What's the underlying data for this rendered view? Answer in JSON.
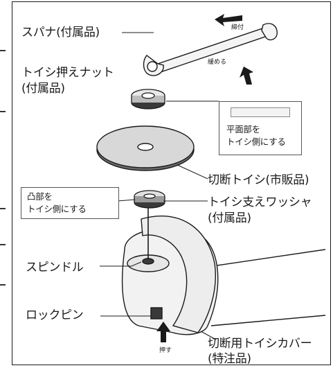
{
  "labels": {
    "spanner": "スパナ(付属品)",
    "nut_line1": "トイシ押えナット",
    "nut_line2": "(付属品)",
    "flat_line1": "平面部を",
    "flat_line2": "トイシ側にする",
    "disc": "切断トイシ(市販品)",
    "convex_line1": "凸部を",
    "convex_line2": "トイシ側にする",
    "washer_line1": "トイシ支えワッシャ",
    "washer_line2": "(付属品)",
    "spindle": "スピンドル",
    "lockpin": "ロックピン",
    "cover_line1": "切断用トイシカバー",
    "cover_line2": "(特注品)"
  },
  "arrow_labels": {
    "tighten": "締付",
    "loosen": "緩める",
    "press": "押す"
  },
  "colors": {
    "line": "#1a1a1a",
    "disc_fill": "#d8d8d8",
    "cover_fill": "#ededed",
    "dark_part": "#3a3a3a"
  }
}
